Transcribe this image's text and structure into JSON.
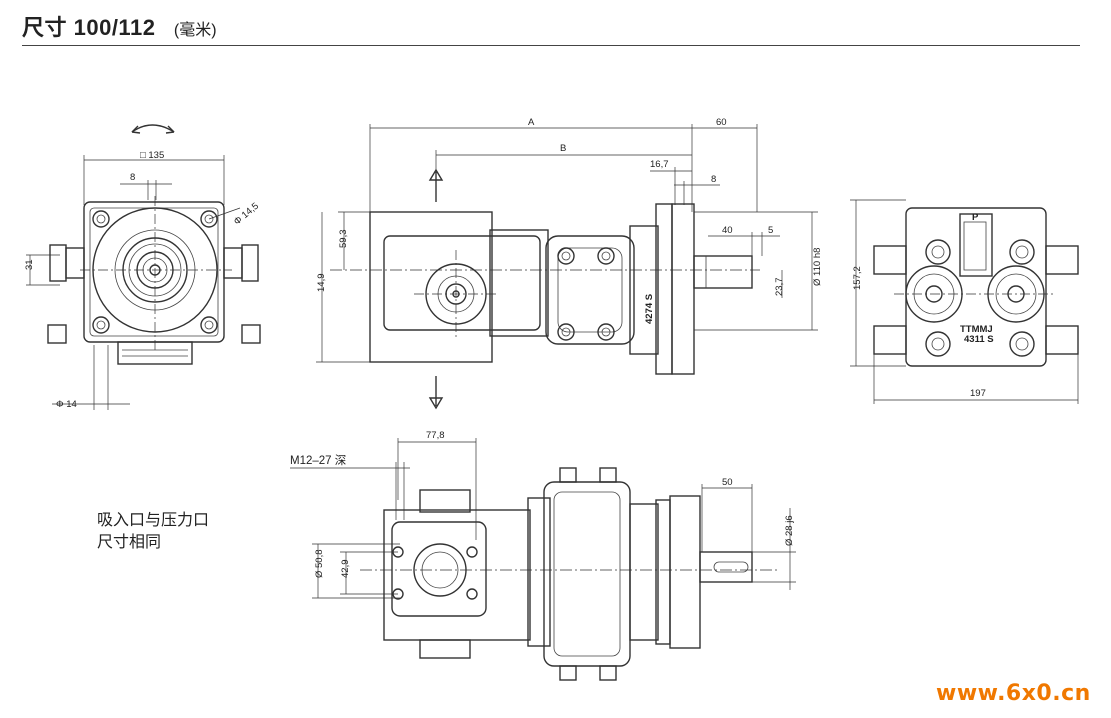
{
  "header": {
    "title": "尺寸 100/112",
    "unit": "(毫米)"
  },
  "note": {
    "line1": "吸入口与压力口",
    "line2": "尺寸相同"
  },
  "watermark": "www.6x0.cn",
  "dimensions": {
    "square": "□ 135",
    "v8": "8",
    "phi145": "Φ 14,5",
    "d31": "31",
    "phi14": "Φ 14",
    "A": "A",
    "B": "B",
    "d60": "60",
    "d167": "16,7",
    "d8b": "8",
    "d40": "40",
    "d5": "5",
    "d593": "59,3",
    "d149": "14,9",
    "d237": "23,7",
    "phi110": "Ø 110 h8",
    "d1572": "157,2",
    "d197": "197",
    "d778": "77,8",
    "thread": "M12–27 深",
    "d50": "50",
    "phi28": "Ø 28 j6",
    "phi508": "Ø 50,8",
    "d429": "42,9"
  },
  "labels": {
    "model1": "4274 S",
    "model2": "TTMMJ",
    "model3": "4311 S",
    "port": "P"
  }
}
